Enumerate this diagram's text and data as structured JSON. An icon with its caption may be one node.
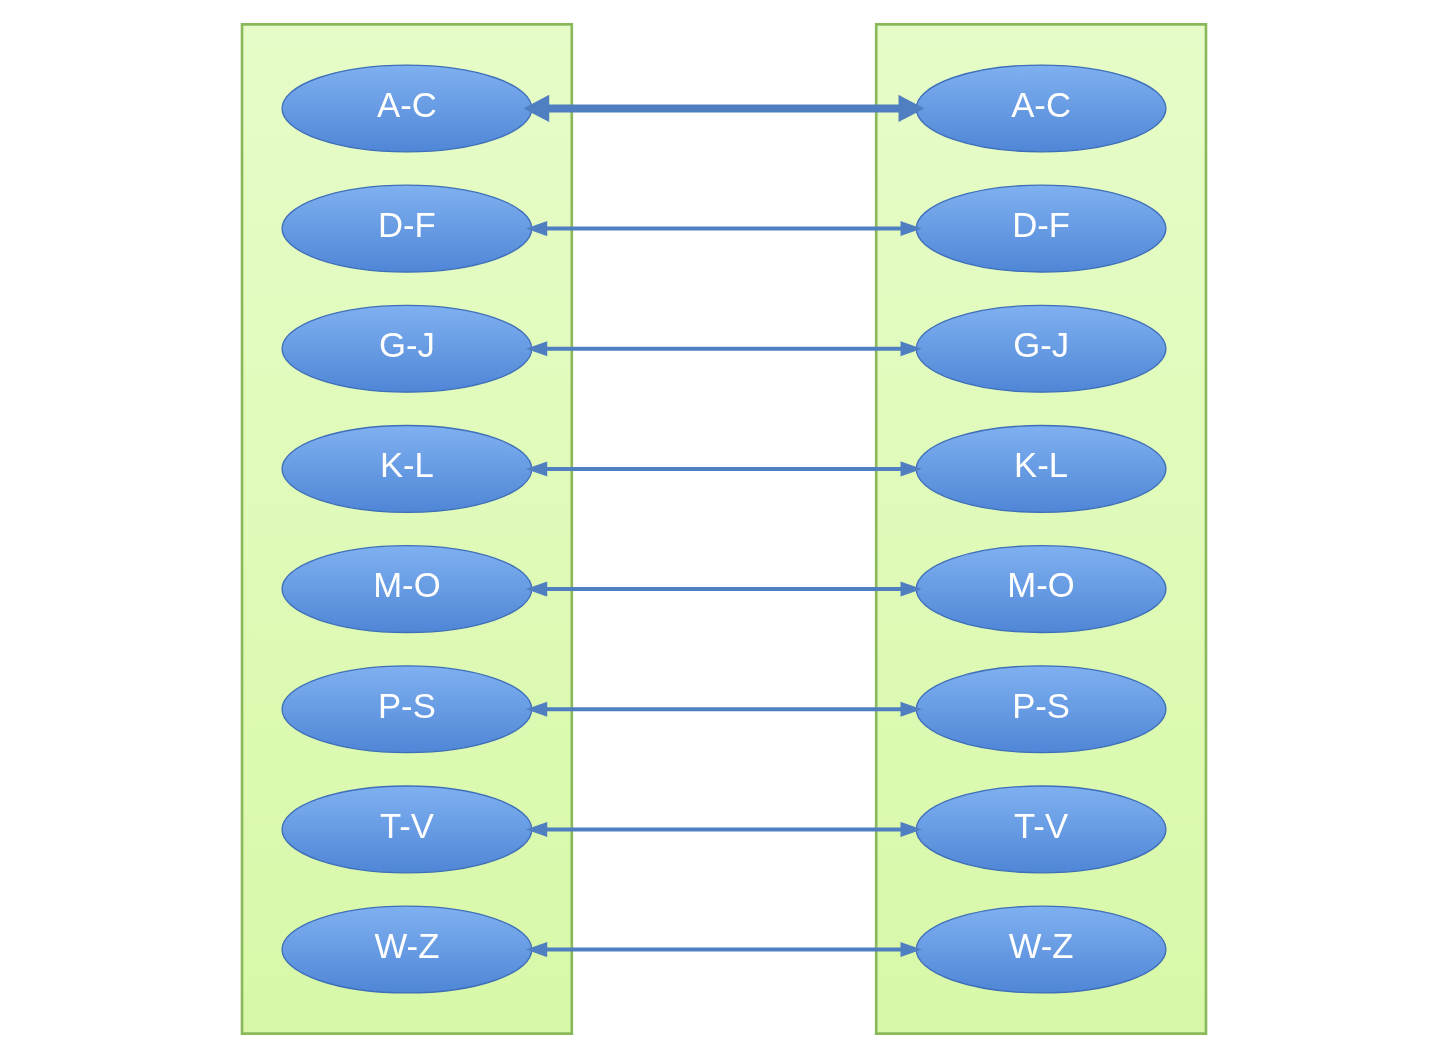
{
  "diagram": {
    "nodes": [
      {
        "text": [],
        "shape": "box"
      },
      {
        "text": [
          "A-C"
        ],
        "in": 0
      },
      {
        "text": [
          "D-F"
        ],
        "in": 0
      },
      {
        "text": [
          "G-J"
        ],
        "in": 0
      },
      {
        "text": [
          "K-L"
        ],
        "in": 0
      },
      {
        "text": [
          "M-O"
        ],
        "in": 0
      },
      {
        "text": [
          "P-S"
        ],
        "in": 0
      },
      {
        "text": [
          "T-V"
        ],
        "in": 0
      },
      {
        "text": [
          "W-Z"
        ],
        "in": 0
      },
      {
        "text": [],
        "shape": "box"
      },
      {
        "text": [
          "A-C"
        ],
        "in": 9
      },
      {
        "text": [
          "D-F"
        ],
        "in": 9
      },
      {
        "text": [
          "G-J"
        ],
        "in": 9
      },
      {
        "text": [
          "K-L"
        ],
        "in": 9
      },
      {
        "text": [
          "M-O"
        ],
        "in": 9
      },
      {
        "text": [
          "P-S"
        ],
        "in": 9
      },
      {
        "text": [
          "T-V"
        ],
        "in": 9
      },
      {
        "text": [
          "W-Z"
        ],
        "in": 9
      }
    ],
    "edges": [
      {
        "from": 1,
        "to": 10,
        "arrow": "both",
        "style": "thick"
      },
      {
        "from": 2,
        "to": 11,
        "arrow": "both"
      },
      {
        "from": 3,
        "to": 12,
        "arrow": "both"
      },
      {
        "from": 4,
        "to": 13,
        "arrow": "both"
      },
      {
        "from": 5,
        "to": 14,
        "arrow": "both"
      },
      {
        "from": 6,
        "to": 15,
        "arrow": "both"
      },
      {
        "from": 7,
        "to": 16,
        "arrow": "both"
      },
      {
        "from": 8,
        "to": 17,
        "arrow": "both"
      }
    ]
  }
}
